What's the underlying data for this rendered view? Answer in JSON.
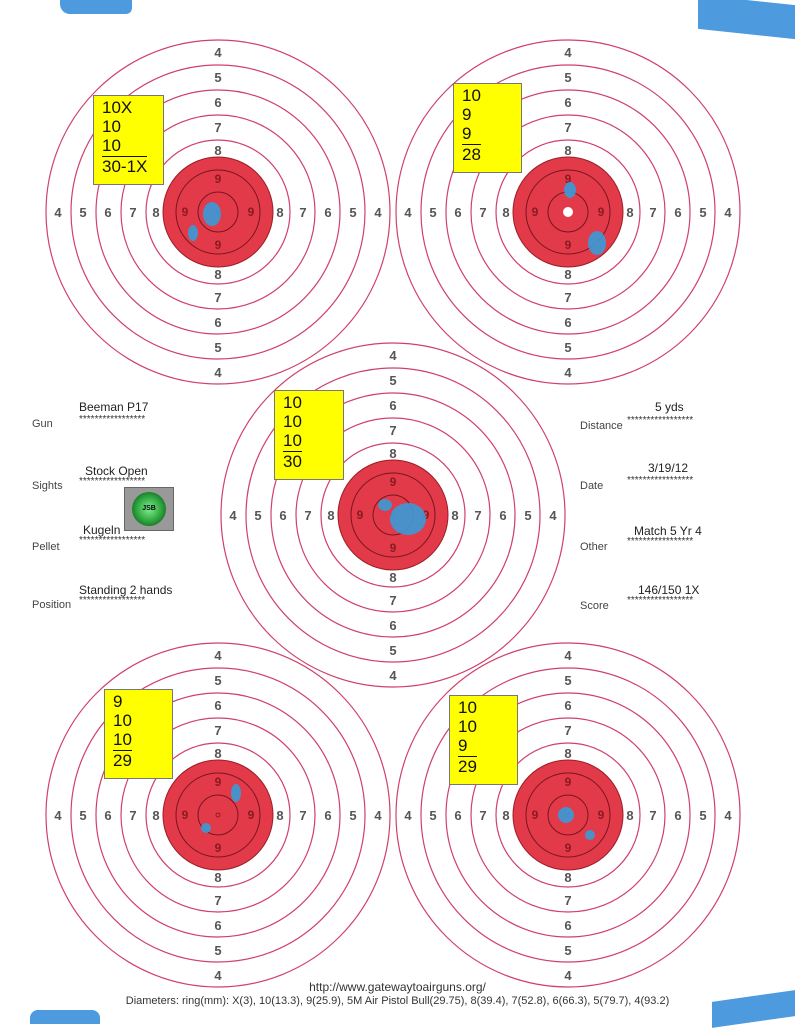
{
  "targets": [
    {
      "id": "top-left",
      "score_lines": [
        "10X",
        "10",
        "10"
      ],
      "total": "30-1X"
    },
    {
      "id": "top-right",
      "score_lines": [
        "10",
        "9",
        "9"
      ],
      "total": "28"
    },
    {
      "id": "center",
      "score_lines": [
        "10",
        "10",
        "10"
      ],
      "total": "30"
    },
    {
      "id": "bottom-left",
      "score_lines": [
        "9",
        "10",
        "10"
      ],
      "total": "29"
    },
    {
      "id": "bottom-right",
      "score_lines": [
        "10",
        "10",
        "9"
      ],
      "total": "29"
    }
  ],
  "ring_labels": [
    "4",
    "5",
    "6",
    "7",
    "8"
  ],
  "bull_label": "9",
  "colors": {
    "ring": "#d0406a",
    "bull": "#e23a48",
    "shot": "#3a9bd8",
    "card": "#ffff00",
    "tape": "#3a8fdc"
  },
  "info": {
    "stars": "*****************",
    "gun": {
      "label": "Gun",
      "value": "Beeman P17"
    },
    "sights": {
      "label": "Sights",
      "value": "Stock Open"
    },
    "pellet": {
      "label": "Pellet",
      "value": "Kugeln"
    },
    "position": {
      "label": "Position",
      "value": "Standing 2 hands"
    },
    "distance": {
      "label": "Distance",
      "value": "5 yds"
    },
    "date": {
      "label": "Date",
      "value": "3/19/12"
    },
    "other": {
      "label": "Other",
      "value": "Match 5 Yr 4"
    },
    "score": {
      "label": "Score",
      "value": "146/150 1X"
    }
  },
  "footer": {
    "url": "http://www.gatewaytoairguns.org/",
    "diameters": "Diameters: ring(mm):  X(3), 10(13.3), 9(25.9), 5M Air Pistol Bull(29.75), 8(39.4), 7(52.8), 6(66.3), 5(79.7), 4(93.2)"
  }
}
